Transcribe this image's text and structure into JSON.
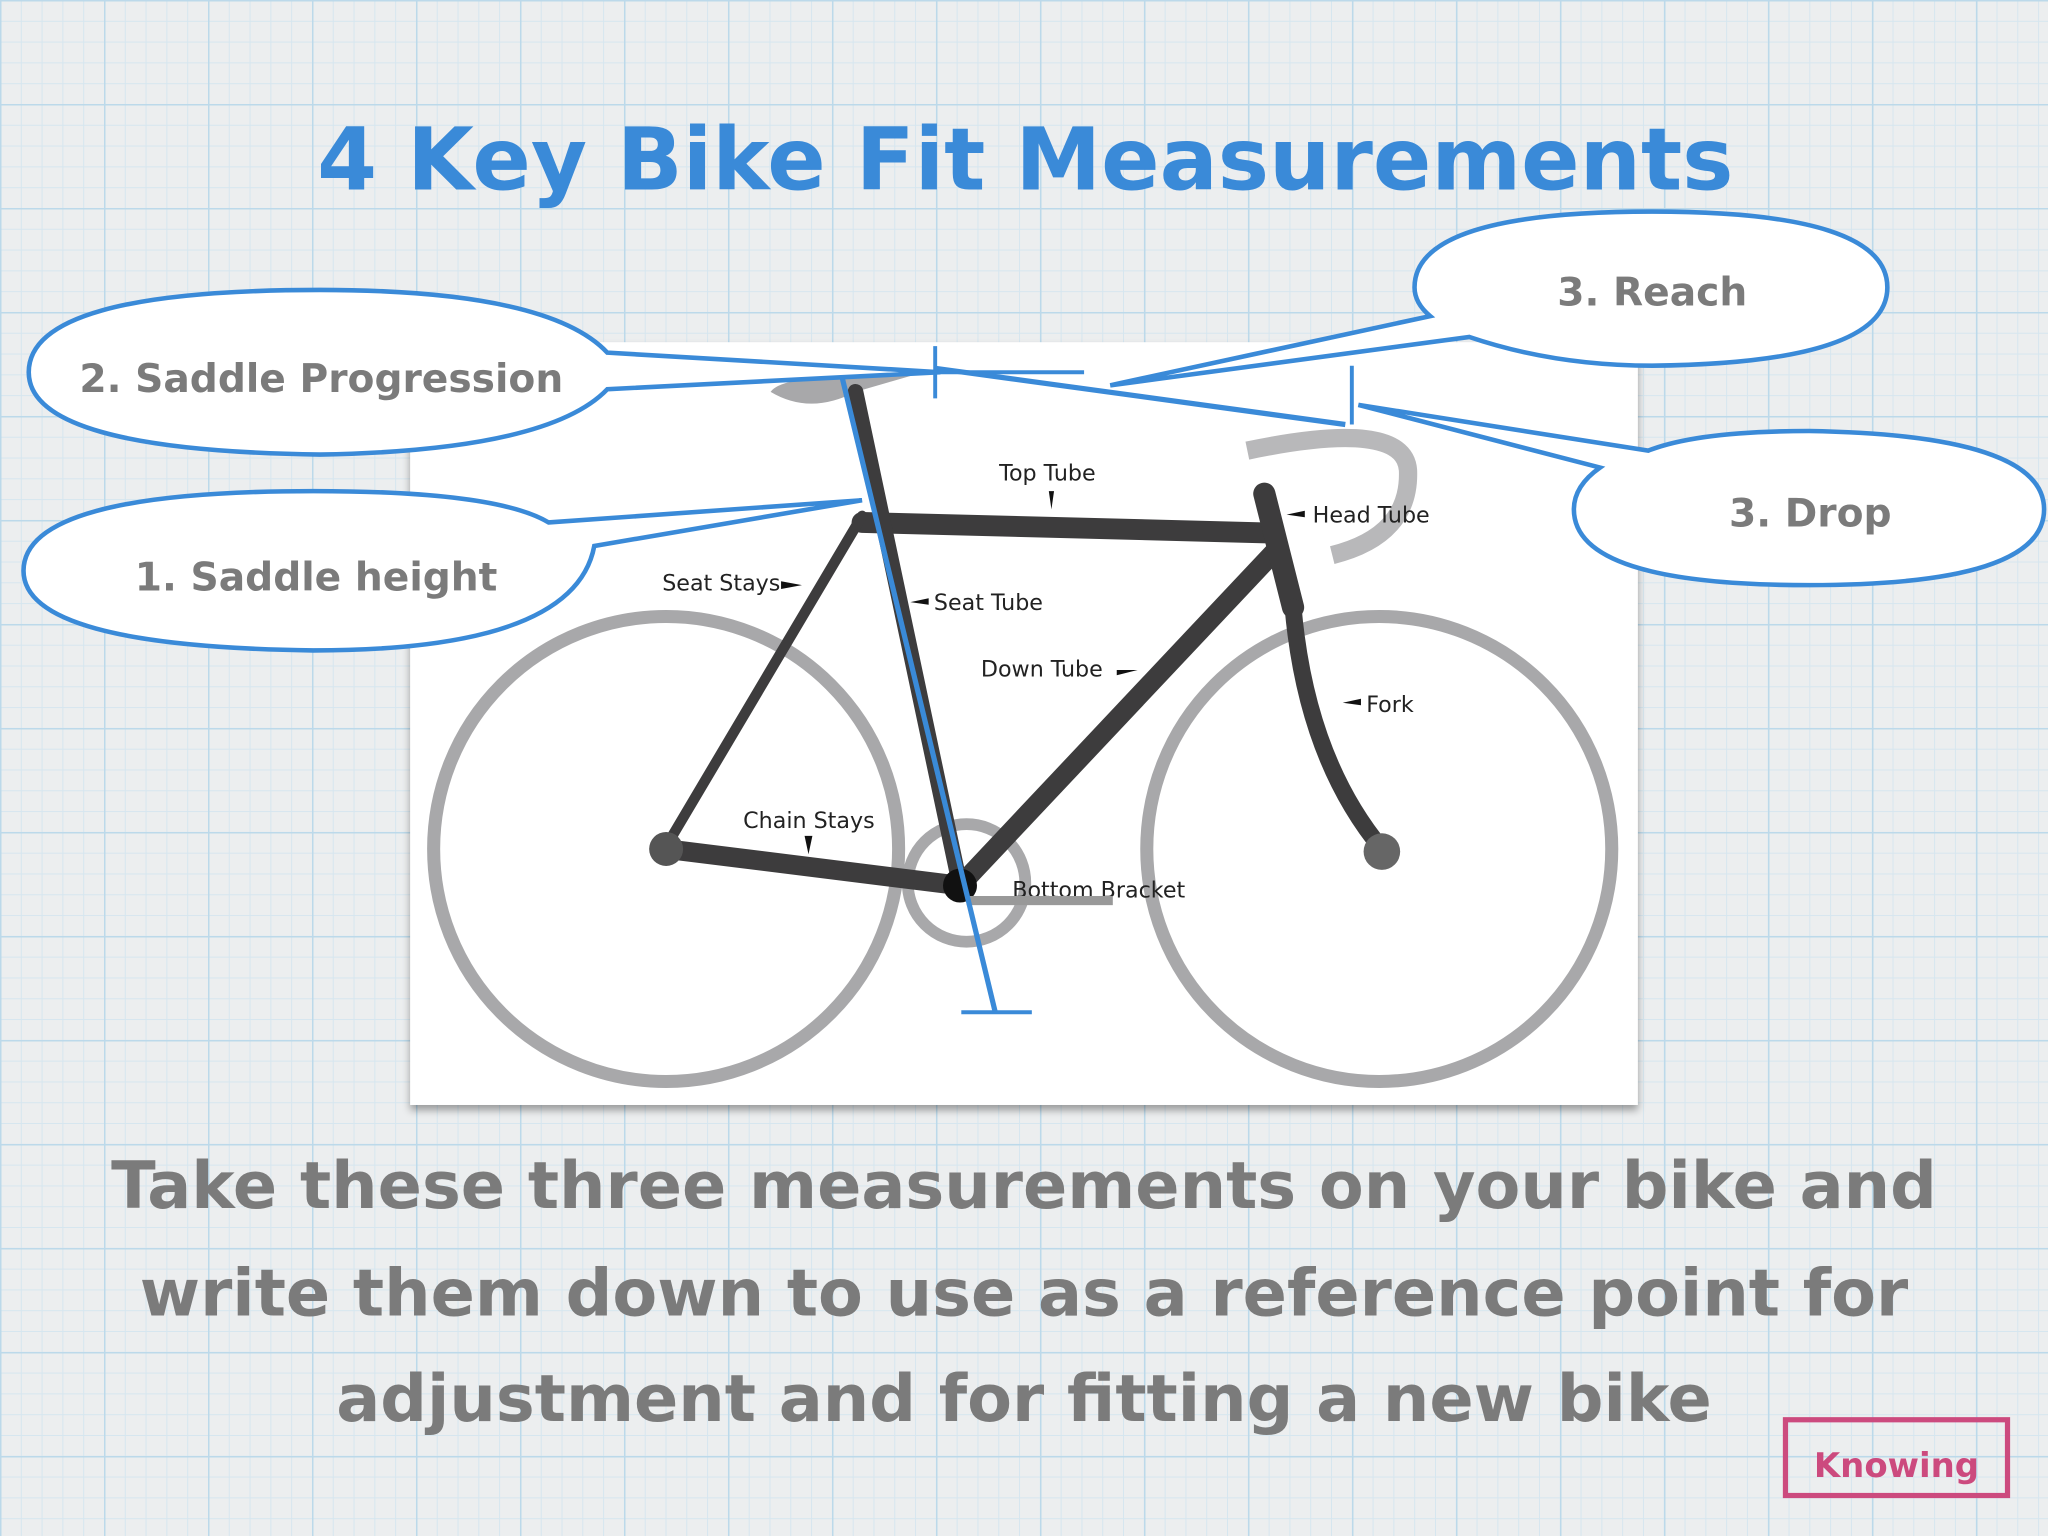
{
  "title": "4 Key Bike Fit Measurements",
  "callouts": {
    "saddle_progression": "2. Saddle Progression",
    "saddle_height": "1. Saddle height",
    "reach": "3. Reach",
    "drop": "3. Drop"
  },
  "parts": {
    "top_tube": "Top Tube",
    "head_tube": "Head Tube",
    "seat_stays": "Seat Stays",
    "seat_tube": "Seat Tube",
    "down_tube": "Down Tube",
    "fork": "Fork",
    "chain_stays": "Chain Stays",
    "bottom_bracket": "Bottom Bracket"
  },
  "body_text": [
    "Take these three measurements on your bike and",
    "write them down to use as a reference point for",
    "adjustment and for fitting a new bike"
  ],
  "tag": "Knowing",
  "colors": {
    "blue": "#3a8ad8",
    "gray_text": "#7b7b7b",
    "pink": "#cc4a7e"
  }
}
